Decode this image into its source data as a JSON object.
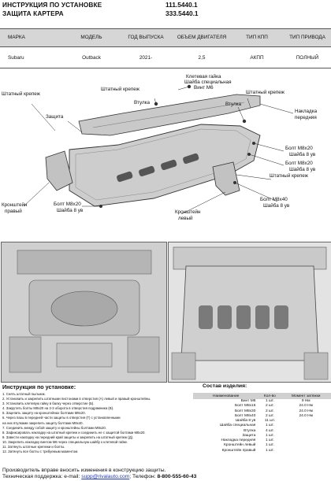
{
  "header": {
    "line1_title": "ИНСТРУКЦИЯ ПО УСТАНОВКЕ",
    "line1_code": "111.5440.1",
    "line2_title": "ЗАЩИТА КАРТЕРА",
    "line2_code": "333.5440.1"
  },
  "specs": {
    "headers": [
      "МАРКА",
      "МОДЕЛЬ",
      "ГОД ВЫПУСКА",
      "ОБЪЕМ ДВИГАТЕЛЯ",
      "ТИП КПП",
      "ТИП ПРИВОДА"
    ],
    "row": [
      "Subaru",
      "Outback",
      "2021-",
      "2,5",
      "АКПП",
      "ПОЛНЫЙ"
    ]
  },
  "diagram_labels": {
    "std_mount_left": "Штатный крепеж",
    "std_mount_top": "Штатный крепеж",
    "bushing_top": "Втулка",
    "cage_nut": "Клетевая гайка",
    "special_washer": "Шайба специальная",
    "screw_m6": "Винт М6",
    "std_mount_right": "Штатный крепеж",
    "bushing_right": "Втулка",
    "front_pad_1": "Накладка",
    "front_pad_2": "передняя",
    "guard": "Защита",
    "bolt_m8x20_r1": "Болт М8х20",
    "bolt_m8x20_r1b": "Шайба 8 ув",
    "bolt_m8x20_r2": "Болт М8х20",
    "bolt_m8x20_r2b": "Шайба 8 ув",
    "std_mount_lower": "Штатный крепеж",
    "bracket_right_1": "Кронштейн",
    "bracket_right_2": "правый",
    "bolt_m8x40_1": "Болт М8х40",
    "bolt_m8x40_2": "Шайба 8 ув",
    "bolt_m8x20_b1": "Болт М8х20",
    "bolt_m8x20_b2": "Шайба 8 ув",
    "bracket_left_1": "Кронштейн",
    "bracket_left_2": "левый"
  },
  "instructions": {
    "title": "Инструкция по установке:",
    "steps": [
      "1. Снять штатный пыльник.",
      "2. Установить и закрепить штатными пистонами в отверстия (А) левый и правый кронштейны.",
      "3. Установить клетевую гайку в балку через отверстие (Б).",
      "4. Закрутить болты М8х20 на 2-3 оборота в отверстия подрамника (В).",
      "5. Зацепить защиту на кронштейнах болтами М8х20.",
      "6. Через пазы в передней части защиты в отверстия (Г) с установленными",
      "   на них втулками закрепить защиту болтами М8х40.",
      "7. Соединить между собой защиту и кронштейны болтами М8х20.",
      "8. Зафиксировать накладку на штатный крепеж и соединить ее с защитой болтами М8х20.",
      "9. Завести накладку на передний край защиты и закрепить на штатный крепеж (Д).",
      "10. Закрепить накладку винтом М6 через специальную шайбу к клетевой гайке.",
      "11. Затянуть штатные крепежи и болты.",
      "12. Затянуть все болты с требуемым моментом."
    ]
  },
  "components": {
    "title": "Состав изделия:",
    "headers": [
      "Наименование",
      "Кол-во",
      "Момент затяжки"
    ],
    "rows": [
      [
        "Винт М6",
        "1 шт.",
        "9 Нм"
      ],
      [
        "Болт М8х16",
        "2 шт.",
        "24.0 Нм"
      ],
      [
        "Болт М8х30",
        "2 шт.",
        "24.0 Нм"
      ],
      [
        "Болт М8х40",
        "2 шт.",
        "24.0 Нм"
      ],
      [
        "Шайба 8 ув",
        "11 шт.",
        ""
      ],
      [
        "Шайба специальная",
        "1 шт.",
        ""
      ],
      [
        "Втулка",
        "4 шт.",
        ""
      ],
      [
        "Защита",
        "1 шт.",
        ""
      ],
      [
        "Накладка передняя",
        "1 шт.",
        ""
      ],
      [
        "Кронштейн левый",
        "1 шт.",
        ""
      ],
      [
        "Кронштейн правый",
        "1 шт.",
        ""
      ]
    ]
  },
  "footer": {
    "line1": "Производитель вправе вносить изменения в конструкцию защиты.",
    "support_label": "Техническая поддержка:  e-mail: ",
    "email": "supp@rivalauto.com",
    "phone_label": "; Телефон: ",
    "phone": "8-800-555-60-43"
  }
}
